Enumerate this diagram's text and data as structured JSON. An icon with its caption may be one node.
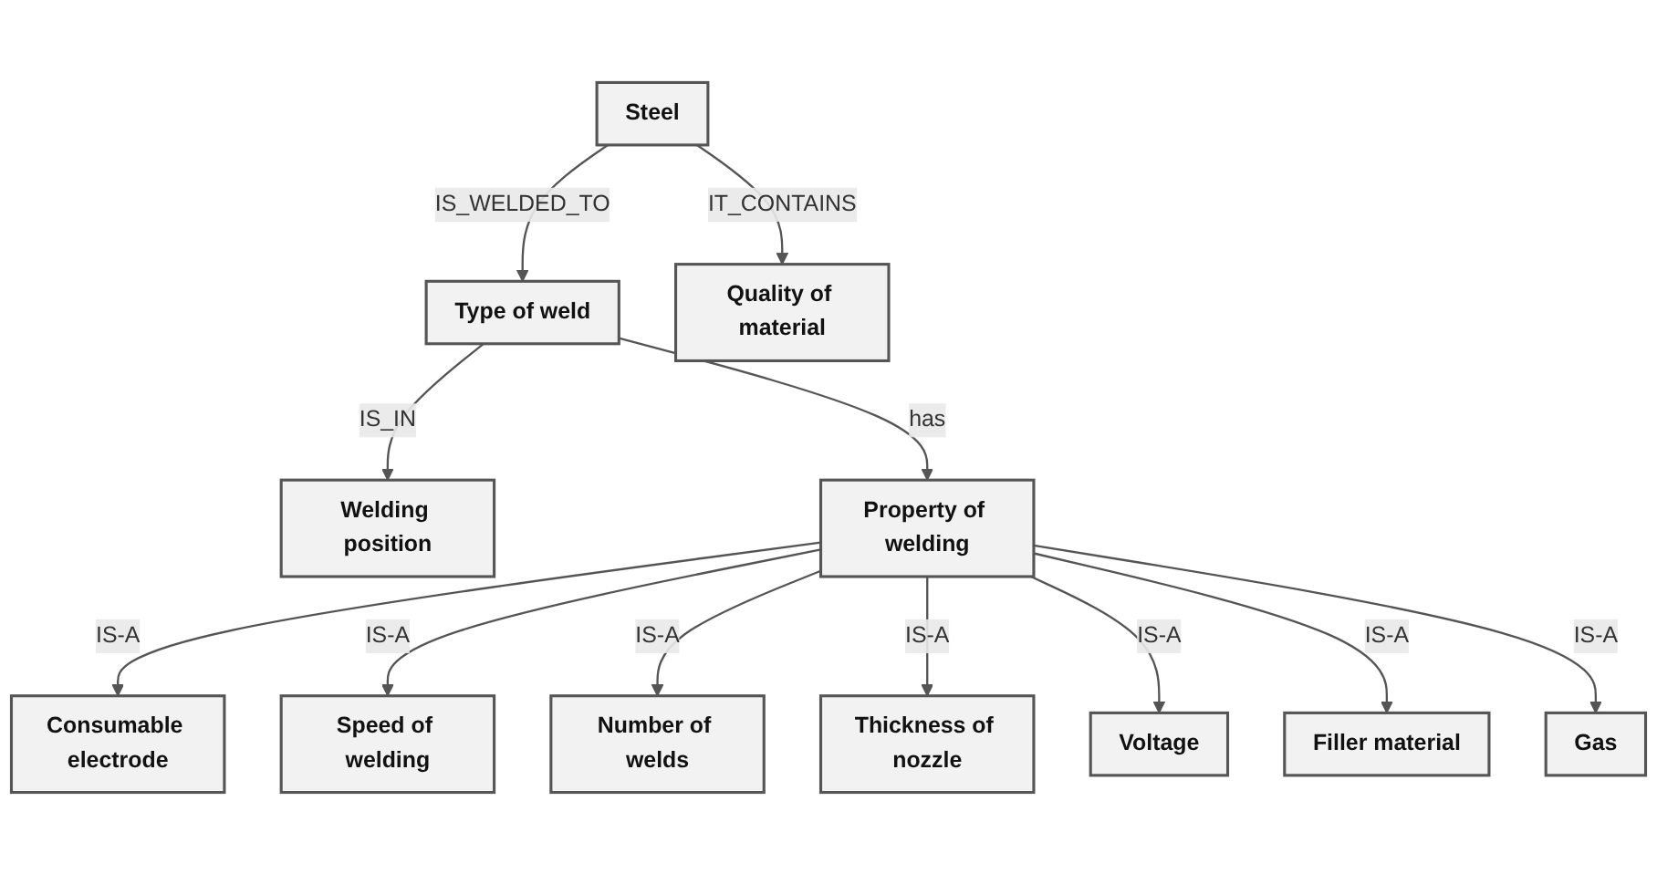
{
  "diagram": {
    "nodes": [
      {
        "text": [
          "Steel"
        ]
      },
      {
        "text": [
          "Type of weld"
        ]
      },
      {
        "text": [
          "Quality of material"
        ]
      },
      {
        "text": [
          "Welding position"
        ]
      },
      {
        "text": [
          "Property of welding"
        ]
      },
      {
        "text": [
          "Consumable electrode"
        ]
      },
      {
        "text": [
          "Speed of welding"
        ]
      },
      {
        "text": [
          "Number of welds"
        ]
      },
      {
        "text": [
          "Thickness of nozzle"
        ]
      },
      {
        "text": [
          "Voltage"
        ]
      },
      {
        "text": [
          "Filler material"
        ]
      },
      {
        "text": [
          "Gas"
        ]
      }
    ],
    "edges": [
      {
        "from": 0,
        "to": 1,
        "arrow": "to",
        "label": "IS_WELDED_TO"
      },
      {
        "from": 0,
        "to": 2,
        "arrow": "to",
        "label": "IT_CONTAINS"
      },
      {
        "from": 1,
        "to": 3,
        "arrow": "to",
        "label": "IS_IN"
      },
      {
        "from": 1,
        "to": 4,
        "arrow": "to",
        "label": "has"
      },
      {
        "from": 4,
        "to": 5,
        "arrow": "to",
        "label": "IS-A"
      },
      {
        "from": 4,
        "to": 6,
        "arrow": "to",
        "label": "IS-A"
      },
      {
        "from": 4,
        "to": 7,
        "arrow": "to",
        "label": "IS-A"
      },
      {
        "from": 4,
        "to": 8,
        "arrow": "to",
        "label": "IS-A"
      },
      {
        "from": 4,
        "to": 9,
        "arrow": "to",
        "label": "IS-A"
      },
      {
        "from": 4,
        "to": 10,
        "arrow": "to",
        "label": "IS-A"
      },
      {
        "from": 4,
        "to": 11,
        "arrow": "to",
        "label": "IS-A"
      }
    ]
  }
}
